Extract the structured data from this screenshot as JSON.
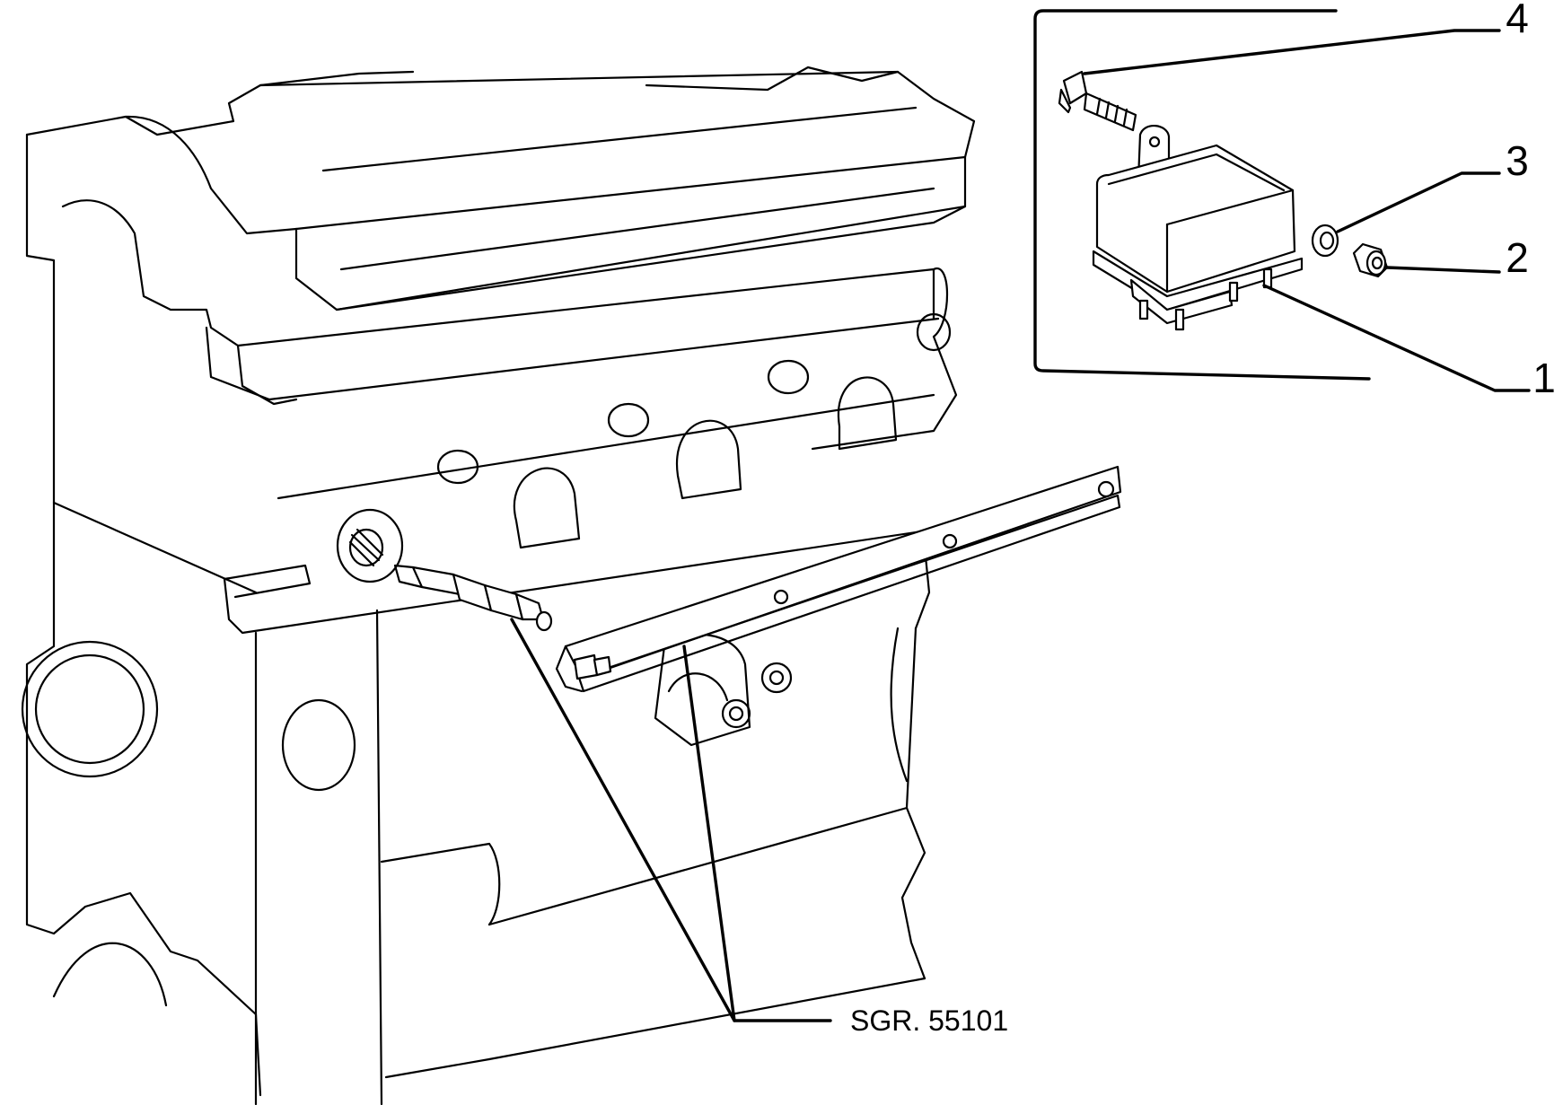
{
  "callouts": {
    "item_1": "1",
    "item_2": "2",
    "item_3": "3",
    "item_4": "4"
  },
  "reference": {
    "label": "SGR. 55101"
  },
  "colors": {
    "line": "#000000",
    "background": "#ffffff"
  }
}
